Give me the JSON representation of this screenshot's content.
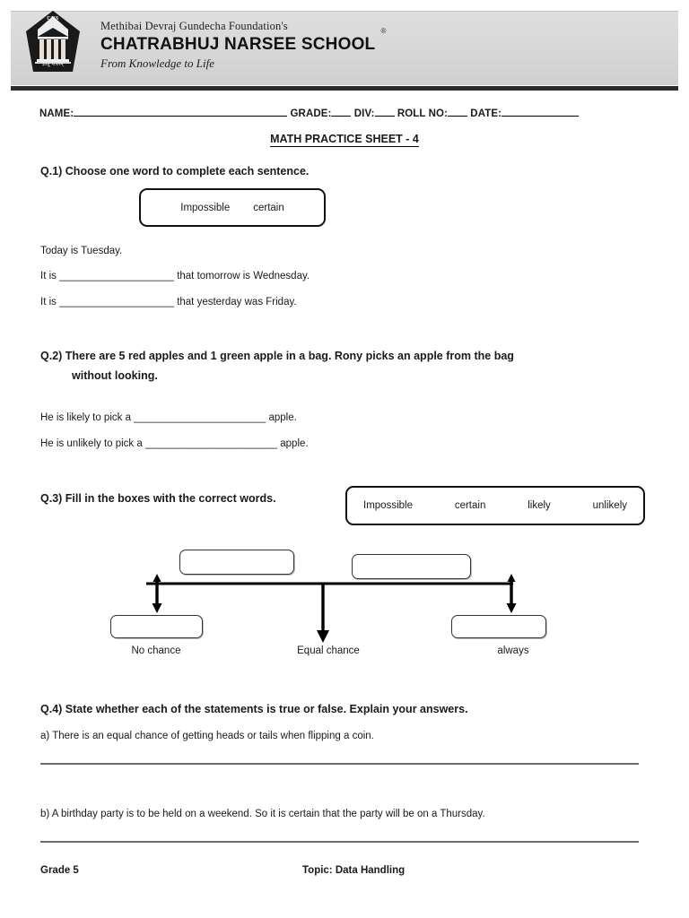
{
  "header": {
    "foundation": "Methibai Devraj Gundecha Foundation's",
    "school_name_caps": "C",
    "school_name": "CHATRABHUJ NARSEE SCHOOL",
    "registered_mark": "®",
    "tagline": "From Knowledge to Life",
    "logo": {
      "monogram": "CNS",
      "devanagari": "ज्ञातु शीलम्"
    },
    "band_color": "#d7d7d7",
    "rule_color": "#2b2b2b"
  },
  "identity": {
    "name_label": "NAME:",
    "grade_label": "GRADE:",
    "div_label": "DIV:",
    "roll_label": "ROLL NO:",
    "date_label": "DATE:"
  },
  "sheet_title": "MATH PRACTICE SHEET - 4",
  "q1": {
    "heading": "Q.1) Choose one word to complete each sentence.",
    "wordbank": [
      "Impossible",
      "certain"
    ],
    "lines": [
      "Today is Tuesday.",
      "It is ____________________ that tomorrow is Wednesday.",
      "It is ____________________ that yesterday was Friday."
    ]
  },
  "q2": {
    "heading_line1": "Q.2) There are 5 red apples and 1 green apple in a bag. Rony picks an apple from the bag",
    "heading_line2": "without looking.",
    "lines": [
      "He is likely to pick a _______________________ apple.",
      "He is unlikely to pick a _______________________ apple."
    ]
  },
  "q3": {
    "heading": "Q.3) Fill in the boxes with the correct words.",
    "wordbank": [
      "Impossible",
      "certain",
      "likely",
      "unlikely"
    ],
    "diagram": {
      "top_boxes": [
        "",
        ""
      ],
      "bottom_boxes": [
        "",
        ""
      ],
      "labels": [
        "No chance",
        "Equal chance",
        "always"
      ]
    }
  },
  "q4": {
    "heading": "Q.4) State whether each of the statements is true or false. Explain your answers.",
    "statement_a": "a) There is an equal chance of getting heads or tails when flipping a coin.",
    "statement_b": "b) A birthday party is to be held on a weekend. So it is certain that the party will be on a Thursday."
  },
  "footer": {
    "grade": "Grade 5",
    "topic": "Topic: Data Handling"
  }
}
